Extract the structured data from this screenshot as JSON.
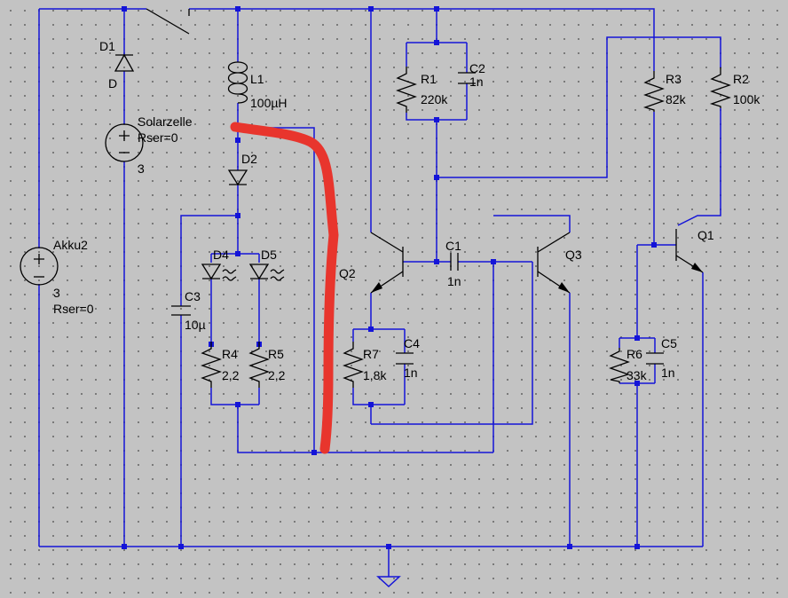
{
  "components": {
    "d1": {
      "name": "D1",
      "value": "D"
    },
    "solar": {
      "name": "Solarzelle",
      "param": "Rser=0",
      "value": "3"
    },
    "akku": {
      "name": "Akku2",
      "value": "3",
      "param": "Rser=0"
    },
    "l1": {
      "name": "L1",
      "value": "100µH"
    },
    "d2": {
      "name": "D2"
    },
    "d4": {
      "name": "D4"
    },
    "d5": {
      "name": "D5"
    },
    "c3": {
      "name": "C3",
      "value": "10µ"
    },
    "r4": {
      "name": "R4",
      "value": "2,2"
    },
    "r5": {
      "name": "R5",
      "value": "2,2"
    },
    "q2": {
      "name": "Q2"
    },
    "r1": {
      "name": "R1",
      "value": "220k"
    },
    "c2": {
      "name": "C2",
      "value": "1n"
    },
    "c1": {
      "name": "C1",
      "value": "1n"
    },
    "r7": {
      "name": "R7",
      "value": "1,8k"
    },
    "c4": {
      "name": "C4",
      "value": "1n"
    },
    "q3": {
      "name": "Q3"
    },
    "r3": {
      "name": "R3",
      "value": "82k"
    },
    "r2": {
      "name": "R2",
      "value": "100k"
    },
    "q1": {
      "name": "Q1"
    },
    "r6": {
      "name": "R6",
      "value": "33k"
    },
    "c5": {
      "name": "C5",
      "value": "1n"
    }
  },
  "colors": {
    "wire": "#1414d8",
    "component": "#000000",
    "annotation": "#e8352d",
    "background": "#c3c3c3"
  }
}
